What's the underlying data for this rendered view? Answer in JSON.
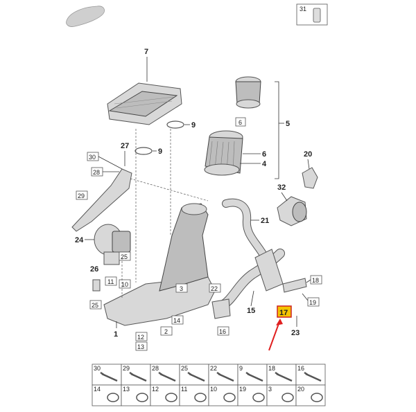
{
  "highlight_color": "#f5c400",
  "arrow_color": "#e02020",
  "callouts": {
    "c1": "1",
    "c2": "2",
    "c3": "3",
    "c4": "4",
    "c5": "5",
    "c6": "6",
    "c6box": "6",
    "c7": "7",
    "c9a": "9",
    "c9b": "9",
    "c10": "10",
    "c11": "11",
    "c12": "12",
    "c13": "13",
    "c14": "14",
    "c15": "15",
    "c16": "16",
    "c17": "17",
    "c18": "18",
    "c19": "19",
    "c20": "20",
    "c21": "21",
    "c22": "22",
    "c23": "23",
    "c24": "24",
    "c25a": "25",
    "c25b": "25",
    "c26": "26",
    "c27": "27",
    "c28": "28",
    "c29": "29",
    "c30": "30",
    "c31": "31",
    "c32": "32"
  },
  "legend": {
    "top": [
      "30",
      "29",
      "28",
      "25",
      "22",
      "9",
      "18",
      "16"
    ],
    "bottom": [
      "14",
      "13",
      "12",
      "11",
      "10",
      "19",
      "3",
      "20"
    ]
  }
}
